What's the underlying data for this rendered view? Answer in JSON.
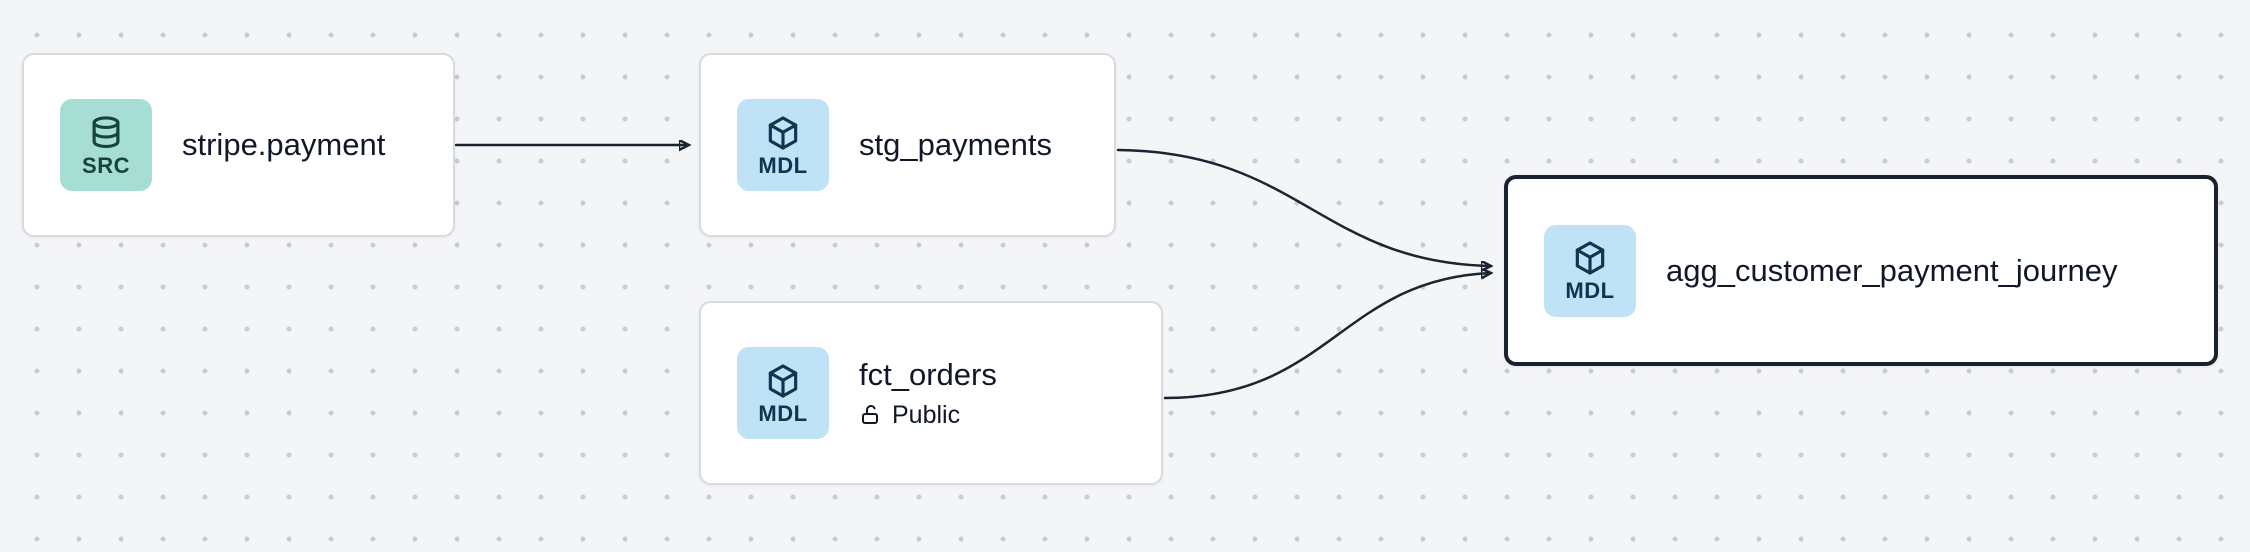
{
  "canvas": {
    "background": "#f4f5f7",
    "dot_color": "#c7cbd3"
  },
  "colors": {
    "node_background": "#ffffff",
    "node_border": "#d6dae1",
    "selected_node_border": "#1a2230",
    "edge": "#1b2430",
    "src_badge_background": "#a7ded3",
    "src_badge_text": "#17433c",
    "mdl_badge_background": "#bfe2f7",
    "mdl_badge_text": "#10364f",
    "label_text": "#101828"
  },
  "nodes": [
    {
      "id": "stripe.payment",
      "label": "stripe.payment",
      "badge": "SRC",
      "type": "source",
      "icon": "database-icon",
      "selected": false
    },
    {
      "id": "stg_payments",
      "label": "stg_payments",
      "badge": "MDL",
      "type": "model",
      "icon": "cube-icon",
      "selected": false
    },
    {
      "id": "fct_orders",
      "label": "fct_orders",
      "badge": "MDL",
      "type": "model",
      "icon": "cube-icon",
      "access": "Public",
      "access_icon": "unlock-icon",
      "selected": false
    },
    {
      "id": "agg_customer_payment_journey",
      "label": "agg_customer_payment_journey",
      "badge": "MDL",
      "type": "model",
      "icon": "cube-icon",
      "selected": true
    }
  ],
  "edges": [
    {
      "from": "stripe.payment",
      "to": "stg_payments"
    },
    {
      "from": "stg_payments",
      "to": "agg_customer_payment_journey"
    },
    {
      "from": "fct_orders",
      "to": "agg_customer_payment_journey"
    }
  ]
}
